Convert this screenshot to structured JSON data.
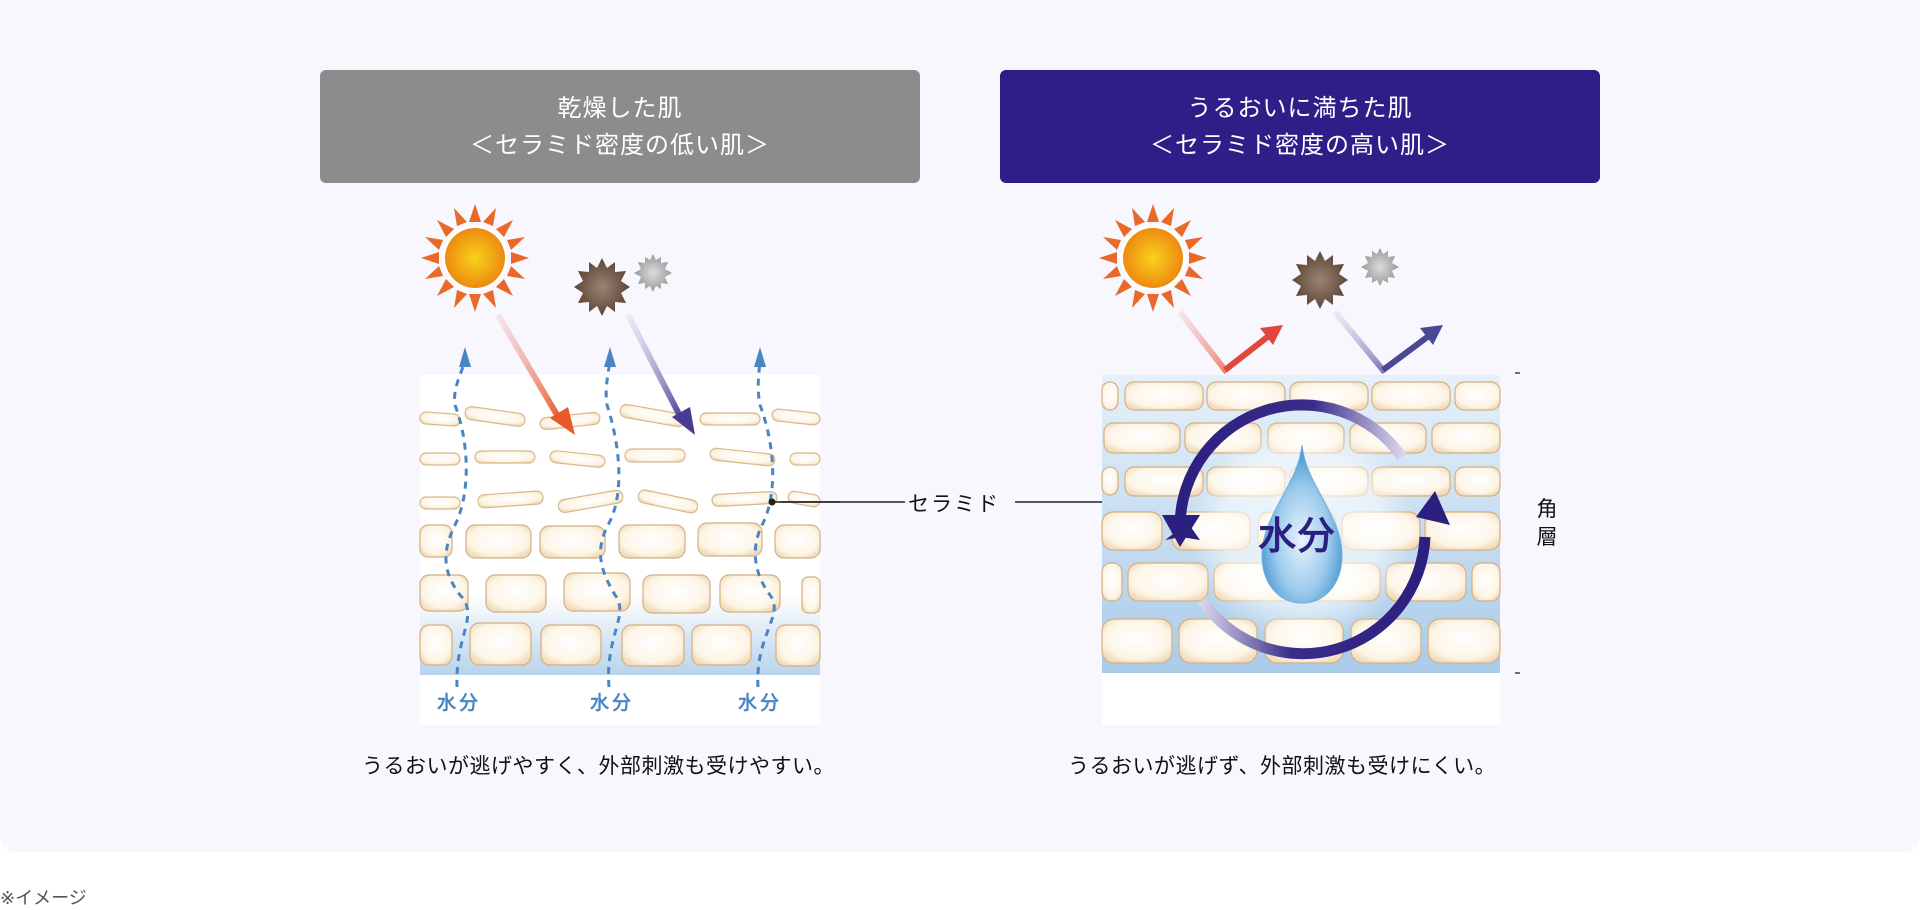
{
  "left": {
    "header_line1": "乾燥した肌",
    "header_line2": "＜セラミド密度の低い肌＞",
    "header_color": "#8c8c8c",
    "water_labels": [
      "水分",
      "水分",
      "水分"
    ],
    "caption": "うるおいが逃げやすく、外部刺激も受けやすい。"
  },
  "right": {
    "header_line1": "うるおいに満ちた肌",
    "header_line2": "＜セラミド密度の高い肌＞",
    "header_color": "#2e1f88",
    "center_label": "水分",
    "layer_label_1": "角",
    "layer_label_2": "層",
    "caption": "うるおいが逃げず、外部刺激も受けにくい。"
  },
  "shared": {
    "ceramide_label": "セラミド"
  },
  "icons": {
    "sun": "sun-icon",
    "dust": "dust-particle-icon",
    "pollen": "pollen-particle-icon",
    "uv_arrow": "uv-arrow-icon",
    "irritant_arrow": "irritant-arrow-icon",
    "water_drop": "water-drop-icon",
    "cycle_arrows": "circular-arrows-icon"
  },
  "colors": {
    "background": "#f7f7fd",
    "uv_red": "#e2473c",
    "irritant_purple": "#4a3f96",
    "water_blue": "#4a86c4",
    "cell": "#fdf3e3"
  },
  "footnote": "※イメージ"
}
